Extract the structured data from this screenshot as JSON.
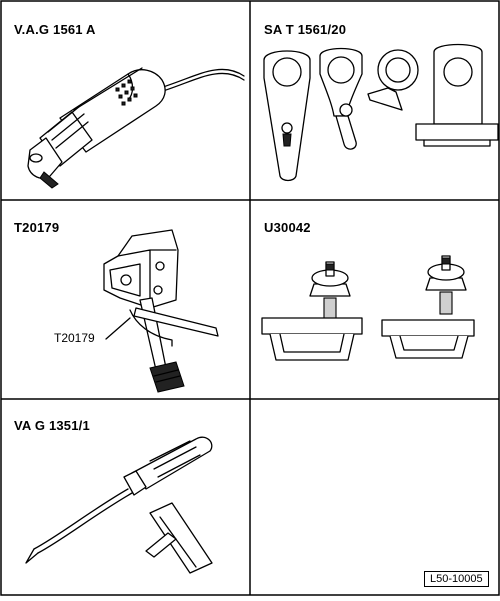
{
  "tools": [
    {
      "label": "V.A.G 1561 A"
    },
    {
      "label": "SA T 1561/20"
    },
    {
      "label": "T20179",
      "callout": "T20179"
    },
    {
      "label": "U30042"
    },
    {
      "label": "VA G 1351/1"
    }
  ],
  "figure_id": "L50-10005"
}
